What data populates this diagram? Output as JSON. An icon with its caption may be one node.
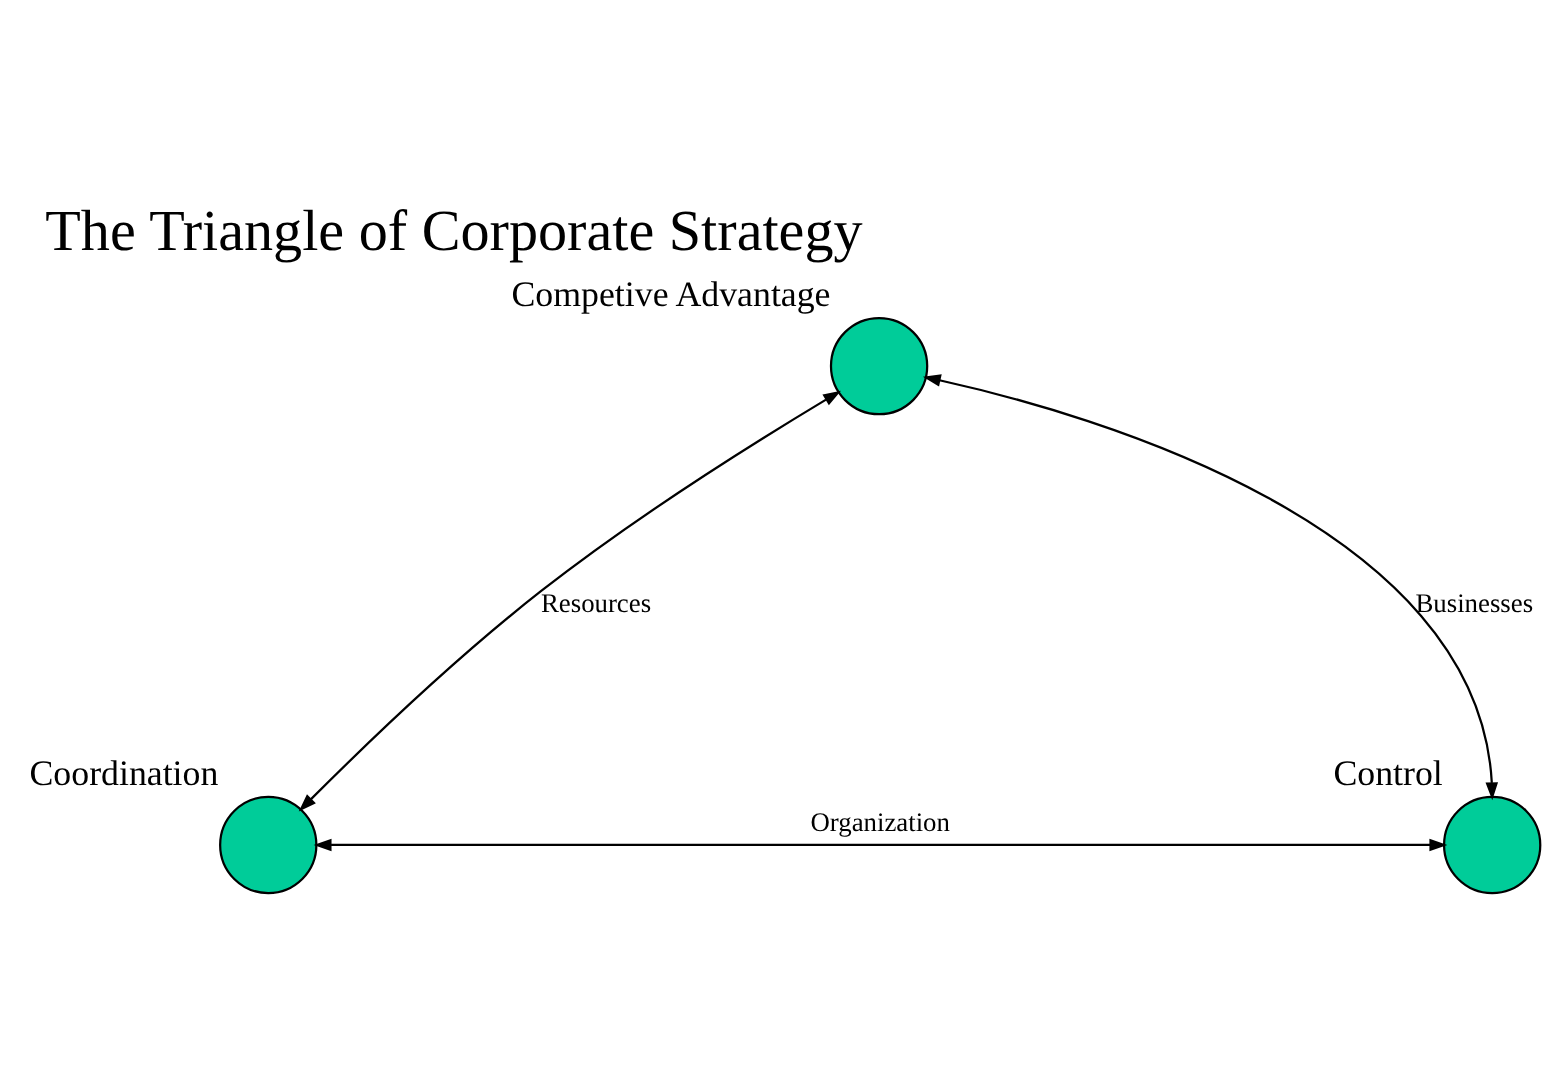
{
  "diagram": {
    "title": "The Triangle of Corporate Strategy",
    "nodes": [
      {
        "text": [
          "Competive Advantage"
        ]
      },
      {
        "text": [
          "Coordination"
        ]
      },
      {
        "text": [
          "Control"
        ]
      }
    ],
    "edges": [
      {
        "from": 0,
        "to": 1,
        "arrow": "both",
        "label": "Resources"
      },
      {
        "from": 0,
        "to": 2,
        "arrow": "both",
        "label": "Businesses"
      },
      {
        "from": 1,
        "to": 2,
        "arrow": "both",
        "label": "Organization"
      }
    ]
  }
}
